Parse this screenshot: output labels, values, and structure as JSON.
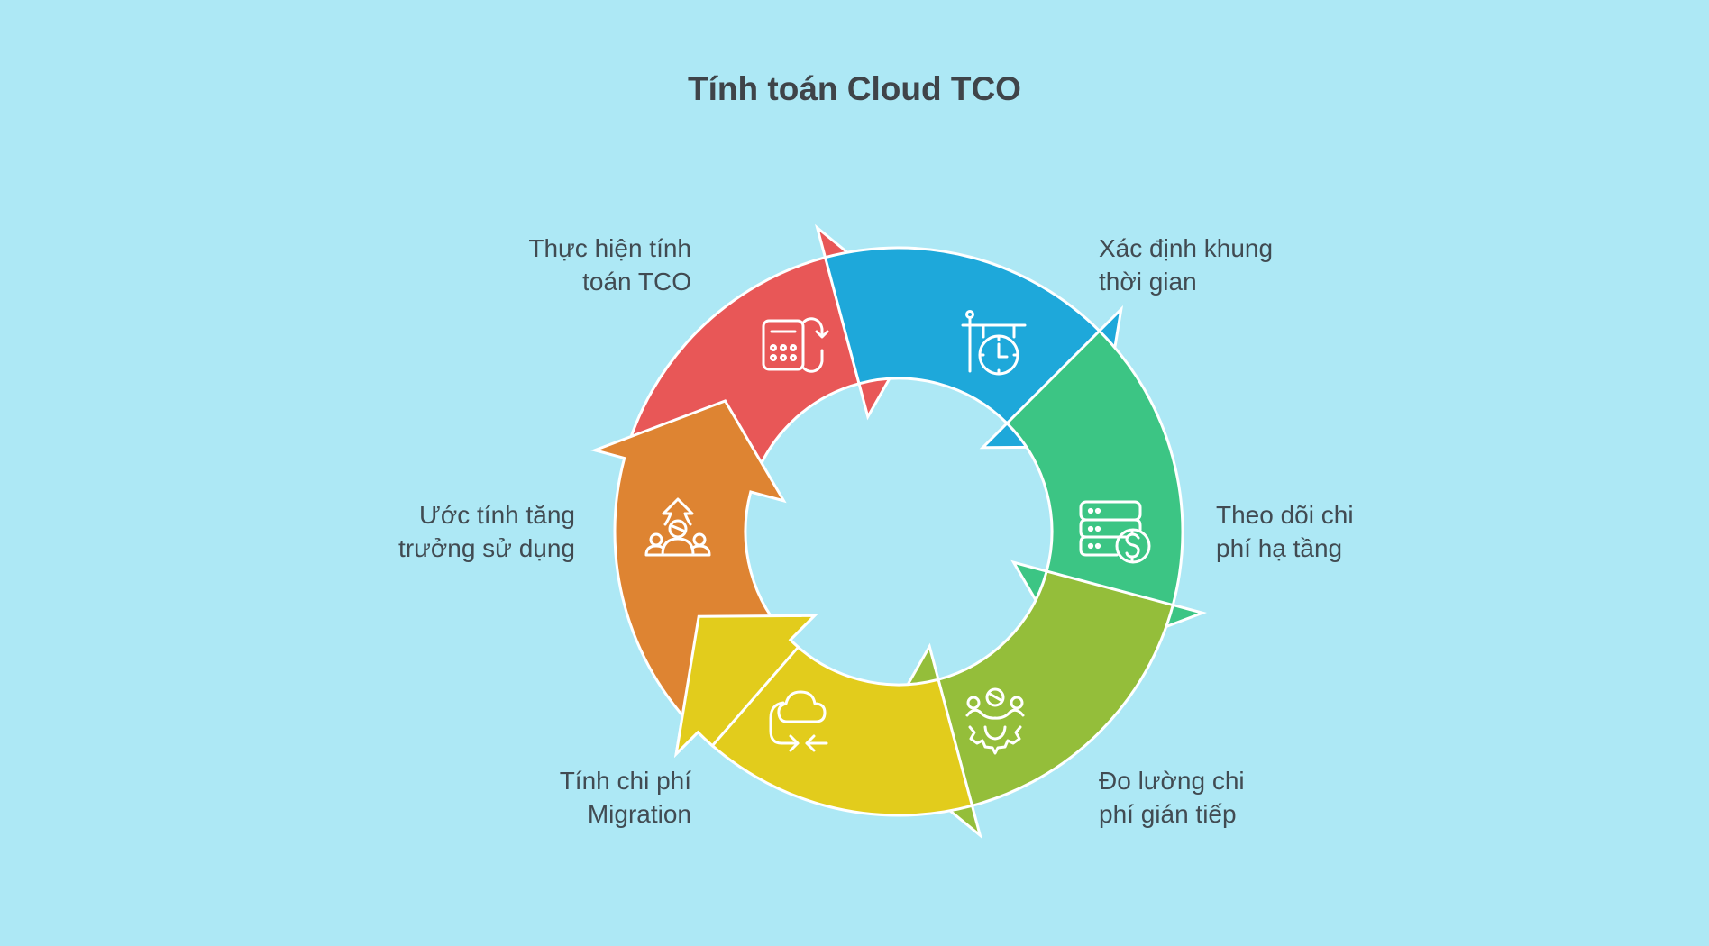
{
  "title": "Tính toán Cloud TCO",
  "background": "#ADE8F5",
  "diagram": {
    "type": "cycle",
    "steps": [
      {
        "id": "red",
        "color": "#E85757",
        "icon": "calculator-refresh-icon",
        "label_lines": [
          "Thực hiện tính",
          "toán TCO"
        ]
      },
      {
        "id": "blue",
        "color": "#1EA8DA",
        "icon": "hanging-clock-sign-icon",
        "label_lines": [
          "Xác định khung",
          "thời gian"
        ]
      },
      {
        "id": "green",
        "color": "#3CC584",
        "icon": "server-dollar-icon",
        "label_lines": [
          "Theo dõi chi",
          "phí hạ tầng"
        ]
      },
      {
        "id": "lime",
        "color": "#94BE3A",
        "icon": "team-gear-icon",
        "label_lines": [
          "Đo lường chi",
          "phí gián tiếp"
        ]
      },
      {
        "id": "yellow",
        "color": "#E2CC1C",
        "icon": "cloud-migration-icon",
        "label_lines": [
          "Tính chi phí",
          "Migration"
        ]
      },
      {
        "id": "orange",
        "color": "#DE8432",
        "icon": "group-growth-icon",
        "label_lines": [
          "Ước tính tăng",
          "trưởng sử dụng"
        ]
      }
    ]
  }
}
